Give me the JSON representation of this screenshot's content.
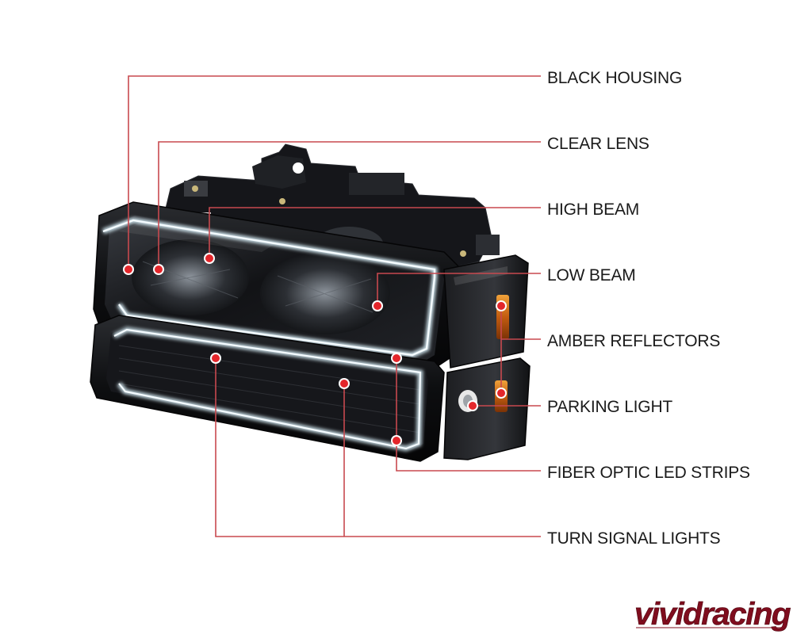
{
  "colors": {
    "leader_line": "#c8494f",
    "marker_dot": "#e3262b",
    "label_text": "#1a1a1a",
    "housing_black": "#0d0e10",
    "led_strip_glow": "#e8f3f8",
    "amber_reflector": "#e07a1a",
    "logo_red": "#7f0d1e"
  },
  "callouts": [
    {
      "id": "black-housing",
      "label": "BLACK HOUSING"
    },
    {
      "id": "clear-lens",
      "label": "CLEAR LENS"
    },
    {
      "id": "high-beam",
      "label": "HIGH BEAM"
    },
    {
      "id": "low-beam",
      "label": "LOW BEAM"
    },
    {
      "id": "amber-reflectors",
      "label": "AMBER REFLECTORS"
    },
    {
      "id": "parking-light",
      "label": "PARKING LIGHT"
    },
    {
      "id": "fiber-optic-led-strips",
      "label": "FIBER OPTIC LED STRIPS"
    },
    {
      "id": "turn-signal-lights",
      "label": "TURN SIGNAL LIGHTS"
    }
  ],
  "logo": {
    "text": "vividracing"
  }
}
